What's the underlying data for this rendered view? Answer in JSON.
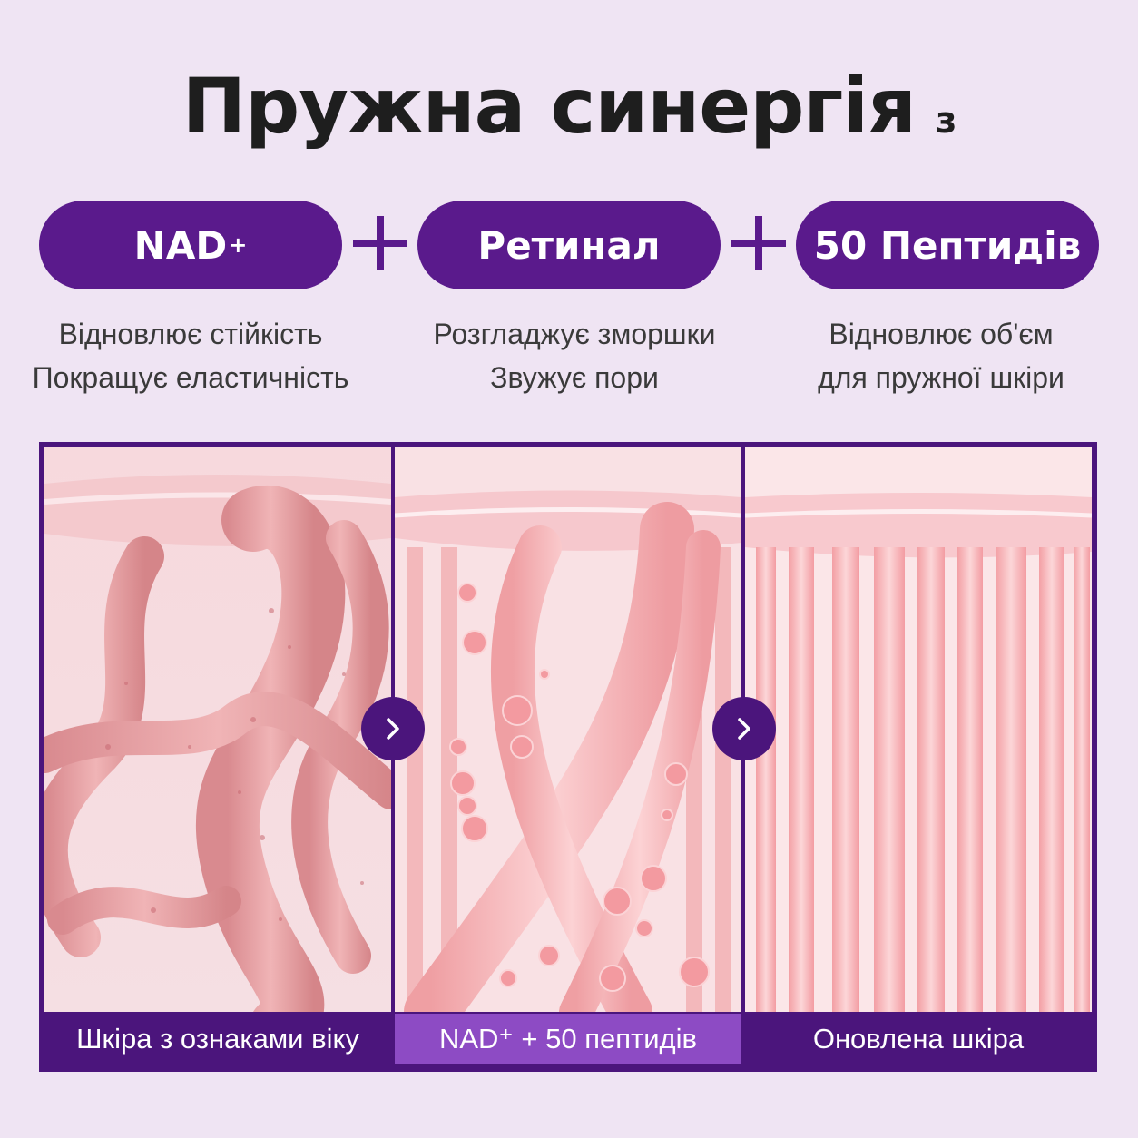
{
  "title": {
    "main": "Пружна синергія",
    "small": "з"
  },
  "ingredients": [
    {
      "name": "NAD",
      "sup": "+",
      "lines": [
        "Відновлює стійкість",
        "Покращує еластичність"
      ]
    },
    {
      "name": "Ретинал",
      "sup": "",
      "lines": [
        "Розгладжує зморшки",
        "Звужує пори"
      ]
    },
    {
      "name": "50 Пептидів",
      "sup": "",
      "lines": [
        "Відновлює об'єм",
        "для пружної шкіри"
      ]
    }
  ],
  "plus_icon": "plus-icon",
  "panels": [
    {
      "caption": "Шкіра з ознаками віку"
    },
    {
      "caption": "NAD⁺ + 50 пептидів"
    },
    {
      "caption": "Оновлена шкіра"
    }
  ],
  "arrow_icon": "chevron-right-icon",
  "colors": {
    "accent": "#5a1a8c",
    "panel_border": "#4b157c",
    "highlight": "#8d4bc4",
    "background": "#efe4f3"
  }
}
